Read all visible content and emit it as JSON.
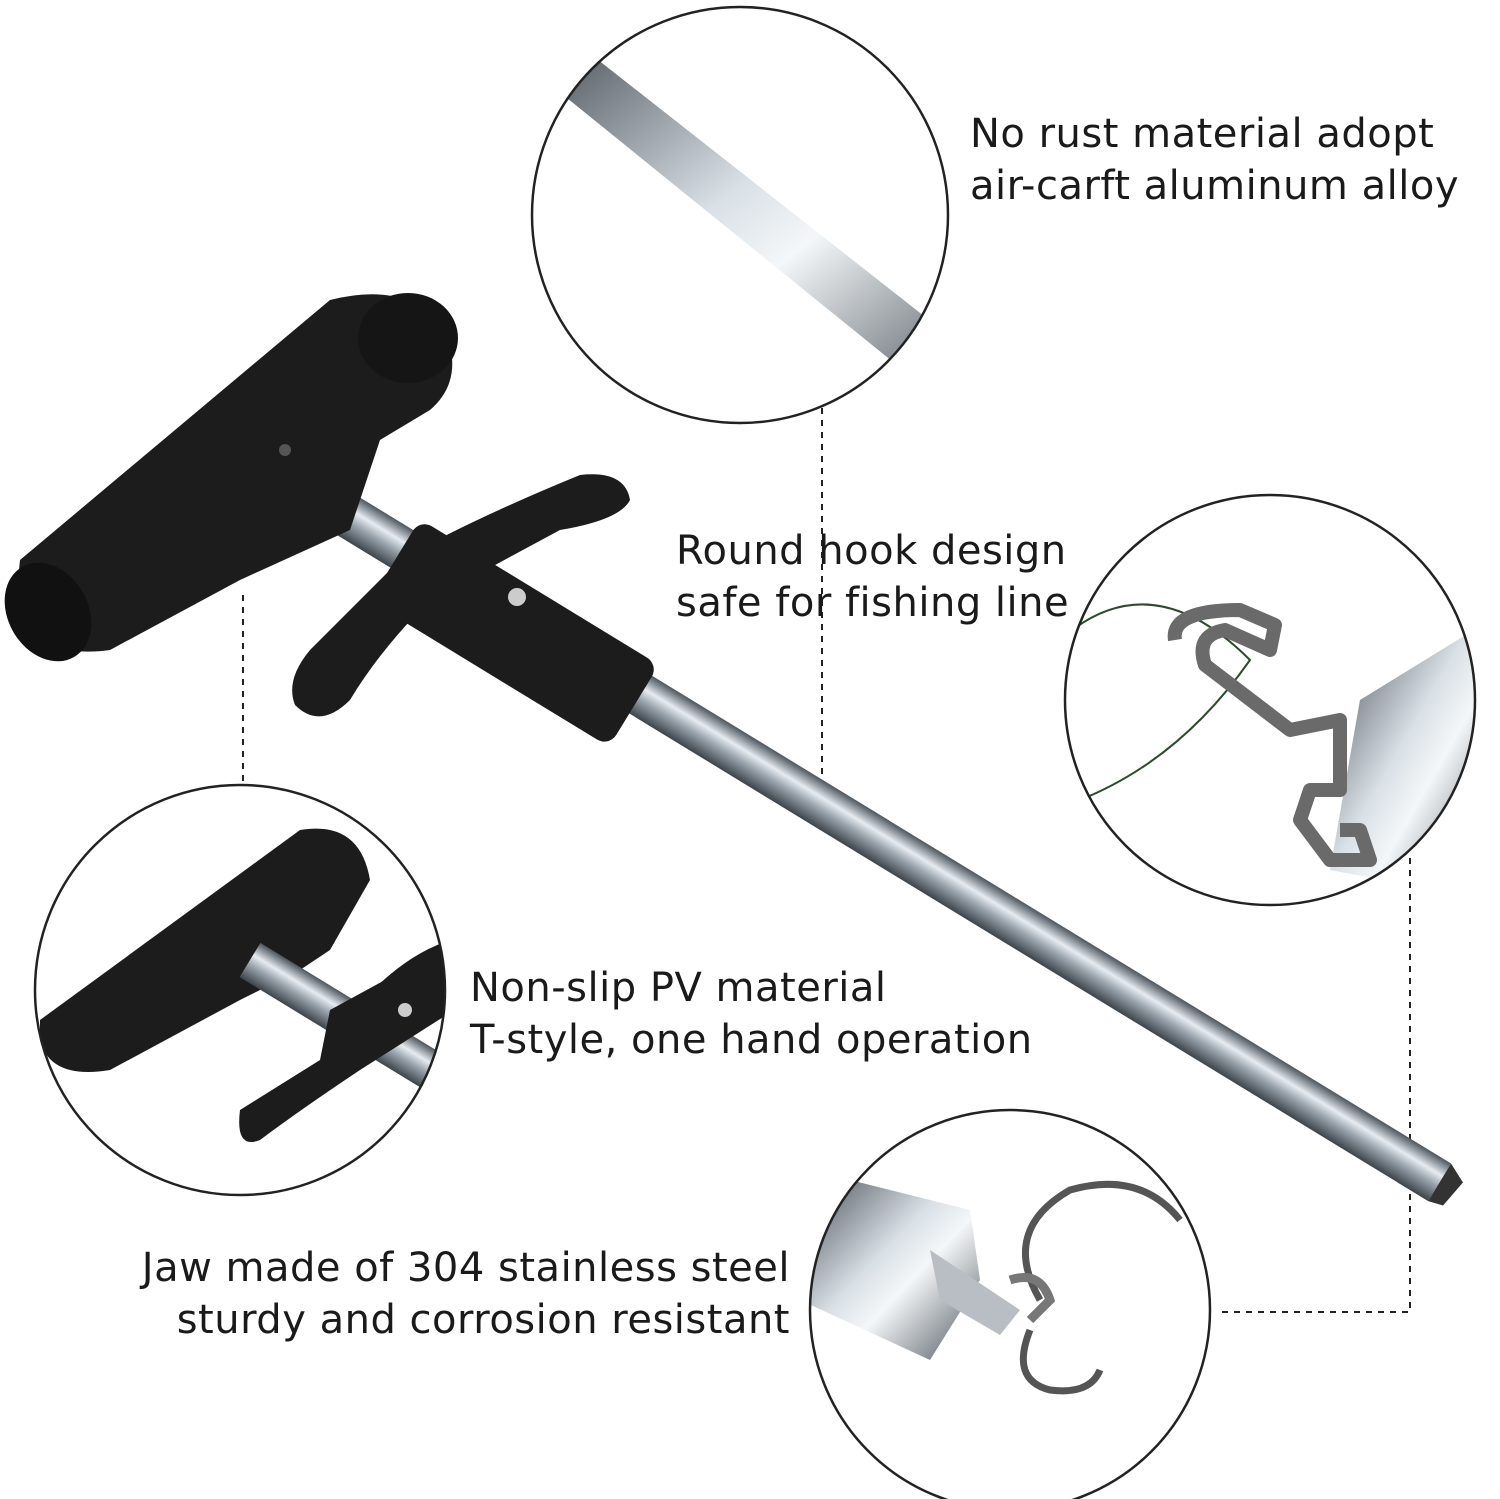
{
  "features": [
    {
      "line1": "No rust material adopt",
      "line2": "air-carft aluminum alloy"
    },
    {
      "line1": "Round hook design",
      "line2": "safe for fishing line"
    },
    {
      "line1": "Non-slip PV material",
      "line2": "T-style, one hand operation"
    },
    {
      "line1": "Jaw made of 304 stainless steel",
      "line2": "sturdy and corrosion resistant"
    }
  ],
  "colors": {
    "handle": "#1c1c1c",
    "rod": "#8f99a3",
    "outline": "#222222",
    "line": "#2f4a2f"
  }
}
